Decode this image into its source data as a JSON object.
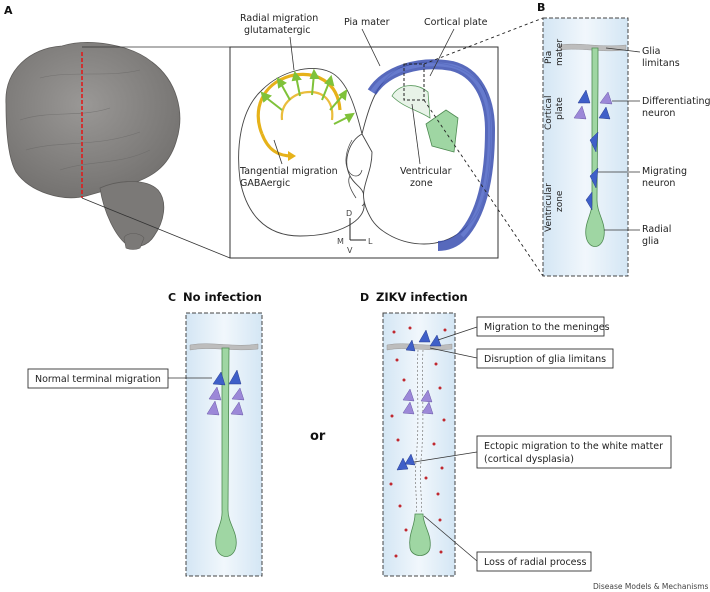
{
  "panels": {
    "a": "A",
    "b": "B",
    "c": "C",
    "d": "D"
  },
  "panel_a": {
    "radial_migration": "Radial migration",
    "glutamatergic": "glutamatergic",
    "pia_mater": "Pia mater",
    "cortical_plate": "Cortical plate",
    "tangential_migration": "Tangential migration",
    "gabaergic": "GABAergic",
    "ventricular": "Ventricular",
    "zone": "zone",
    "axis_d": "D",
    "axis_m": "M",
    "axis_l": "L",
    "axis_v": "V"
  },
  "panel_b": {
    "side_pia": "Pia",
    "side_mater": "mater",
    "side_cortical": "Cortical",
    "side_plate": "plate",
    "side_ventricular": "Ventricular",
    "side_zone": "zone",
    "glia_limitans_1": "Glia",
    "glia_limitans_2": "limitans",
    "differentiating_1": "Differentiating",
    "differentiating_2": "neuron",
    "migrating_1": "Migrating",
    "migrating_2": "neuron",
    "radial_glia_1": "Radial",
    "radial_glia_2": "glia"
  },
  "panel_c": {
    "title": "No infection",
    "normal_terminal": "Normal terminal migration"
  },
  "or_text": "or",
  "panel_d": {
    "title": "ZIKV infection",
    "meninges": "Migration to the meninges",
    "disruption": "Disruption of glia limitans",
    "ectopic_1": "Ectopic migration to the white matter",
    "ectopic_2": "(cortical dysplasia)",
    "loss": "Loss of radial process"
  },
  "footer": "Disease Models & Mechanisms",
  "colors": {
    "panel_bg": "#e3f0f9",
    "radial_glia": "#9fd6a3",
    "neuron_blue": "#3f5fc8",
    "neuron_purple": "#9c88d8",
    "pia_blue": "#3a4fb0",
    "radial_arrows": "#7fc23a",
    "tangential": "#e6b21a",
    "virus_red": "#c0282f",
    "brain_grey": "#8a8886"
  }
}
